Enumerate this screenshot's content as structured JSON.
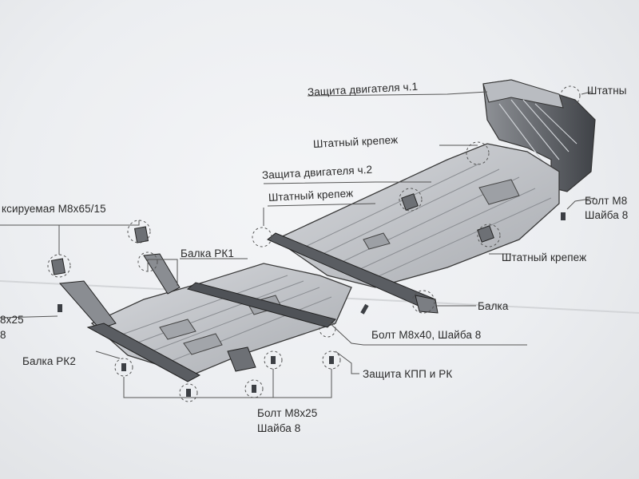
{
  "labels": {
    "engine_guard_1": "Защита двигателя ч.1",
    "stock_top_right": "Штатны",
    "stock_fastener_1": "Штатный крепеж",
    "engine_guard_2": "Защита двигателя ч.2",
    "stock_fastener_2": "Штатный крепеж",
    "fixed_bolt": "ксируемая М8х65/15",
    "bolt_right_1": "Болт М8",
    "washer_right_1": "Шайба 8",
    "beam_rk1": "Балка РК1",
    "stock_fastener_3": "Штатный крепеж",
    "bolt_left_1": "8х25",
    "washer_left_1": "8",
    "beam": "Балка",
    "bolt_m8x40": "Болт М8х40, Шайба 8",
    "beam_rk2": "Балка РК2",
    "gearbox_guard": "Защита КПП и РК",
    "bolt_m8x25": "Болт М8х25",
    "washer_8": "Шайба 8"
  },
  "colors": {
    "ink": "#2b2b2b",
    "paper": "#eceef1",
    "metal": "#c9ccd1",
    "shadow": "#5a5d62"
  }
}
